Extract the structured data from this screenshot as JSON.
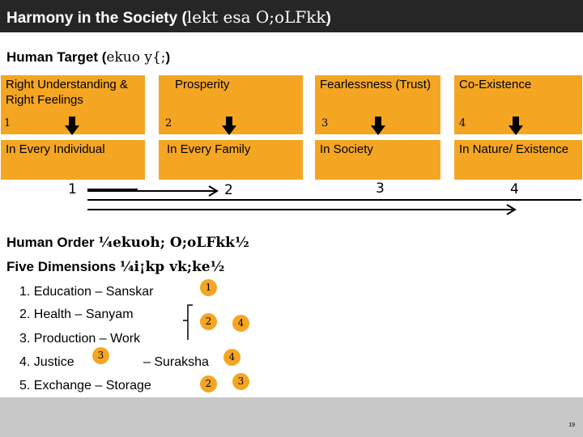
{
  "header": {
    "title_en": "Harmony in the Society (",
    "title_hi": "lekt esa O;oLFkk",
    "title_close": ")"
  },
  "subtitle": {
    "label_en": "Human Target (",
    "label_hi": "ekuo y{;",
    "label_close": ")"
  },
  "targets": [
    {
      "label": "Right Understanding & Right Feelings",
      "number": "1",
      "level": "In Every Individual"
    },
    {
      "label": "Prosperity",
      "number": "2",
      "level": "In Every Family"
    },
    {
      "label": "Fearlessness (Trust)",
      "number": "3",
      "level": "In Society"
    },
    {
      "label": "Co-Existence",
      "number": "4",
      "level": "In Nature/ Existence"
    }
  ],
  "axis_numbers": [
    "1",
    "2",
    "3",
    "4"
  ],
  "human_order": {
    "label_en": "Human Order ",
    "label_hi": "¼ekuoh; O;oLFkk½"
  },
  "five_dimensions": {
    "label_en": "Five Dimensions ",
    "label_hi": "¼i¡kp vk;ke½",
    "items": [
      "1. Education – Sanskar",
      "2. Health – Sanyam",
      "3. Production – Work",
      "4. Justice",
      "– Suraksha",
      "5. Exchange – Storage"
    ],
    "badges": [
      "1",
      "2",
      "4",
      "3",
      "4",
      "2",
      "3"
    ]
  },
  "footer": {
    "page_number": "19"
  },
  "colors": {
    "accent": "#f4a623",
    "title_bar": "#262626",
    "footer_bar": "#c8c8c8"
  }
}
